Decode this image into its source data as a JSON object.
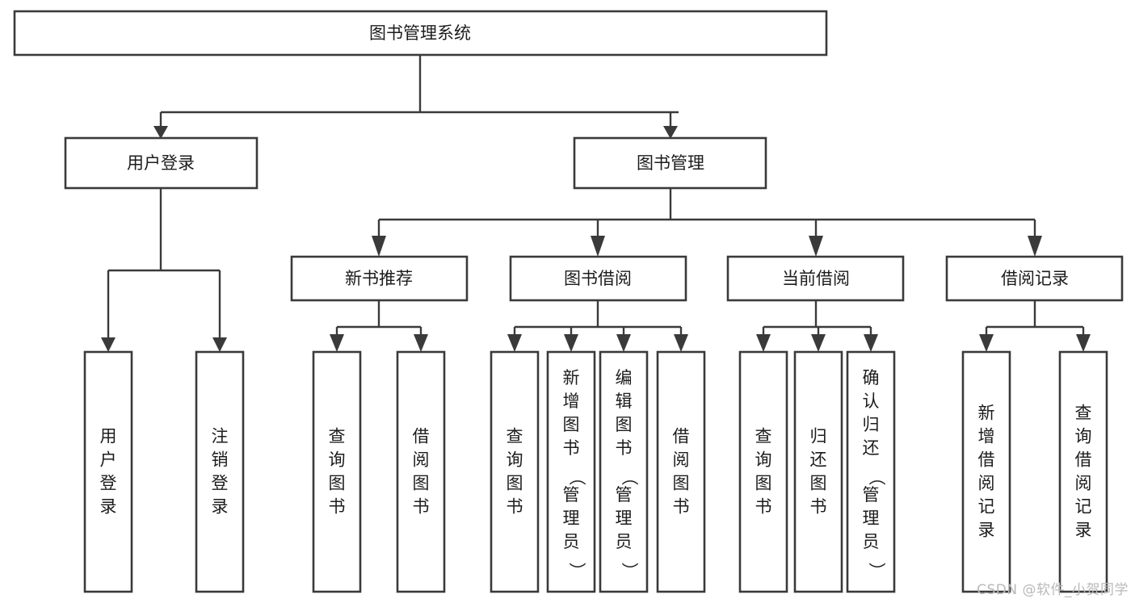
{
  "diagram": {
    "type": "tree-hierarchy-chart",
    "title": "图书管理系统",
    "orientation": "top-down",
    "colors": {
      "box_stroke": "#3a3a3a",
      "box_fill": "#ffffff",
      "connector": "#3a3a3a",
      "text": "#1c1c1c",
      "watermark": "#b9b9b9",
      "background": "#ffffff"
    }
  },
  "root": {
    "label": "图书管理系统"
  },
  "level2": [
    {
      "label": "用户登录"
    },
    {
      "label": "图书管理"
    }
  ],
  "level3": [
    {
      "label": "新书推荐"
    },
    {
      "label": "图书借阅"
    },
    {
      "label": "当前借阅"
    },
    {
      "label": "借阅记录"
    }
  ],
  "leaves": {
    "user_login": [
      {
        "label": "用户登录"
      },
      {
        "label": "注销登录"
      }
    ],
    "new_book_recommend": [
      {
        "label": "查询图书"
      },
      {
        "label": "借阅图书"
      }
    ],
    "book_borrow": [
      {
        "label": "查询图书"
      },
      {
        "label": "新增图书（管理员）"
      },
      {
        "label": "编辑图书（管理员）"
      },
      {
        "label": "借阅图书"
      }
    ],
    "current_borrow": [
      {
        "label": "查询图书"
      },
      {
        "label": "归还图书"
      },
      {
        "label": "确认归还（管理员）"
      }
    ],
    "borrow_record": [
      {
        "label": "新增借阅记录"
      },
      {
        "label": "查询借阅记录"
      }
    ]
  },
  "watermark": {
    "text": "CSDN @软件_小贺同学"
  }
}
